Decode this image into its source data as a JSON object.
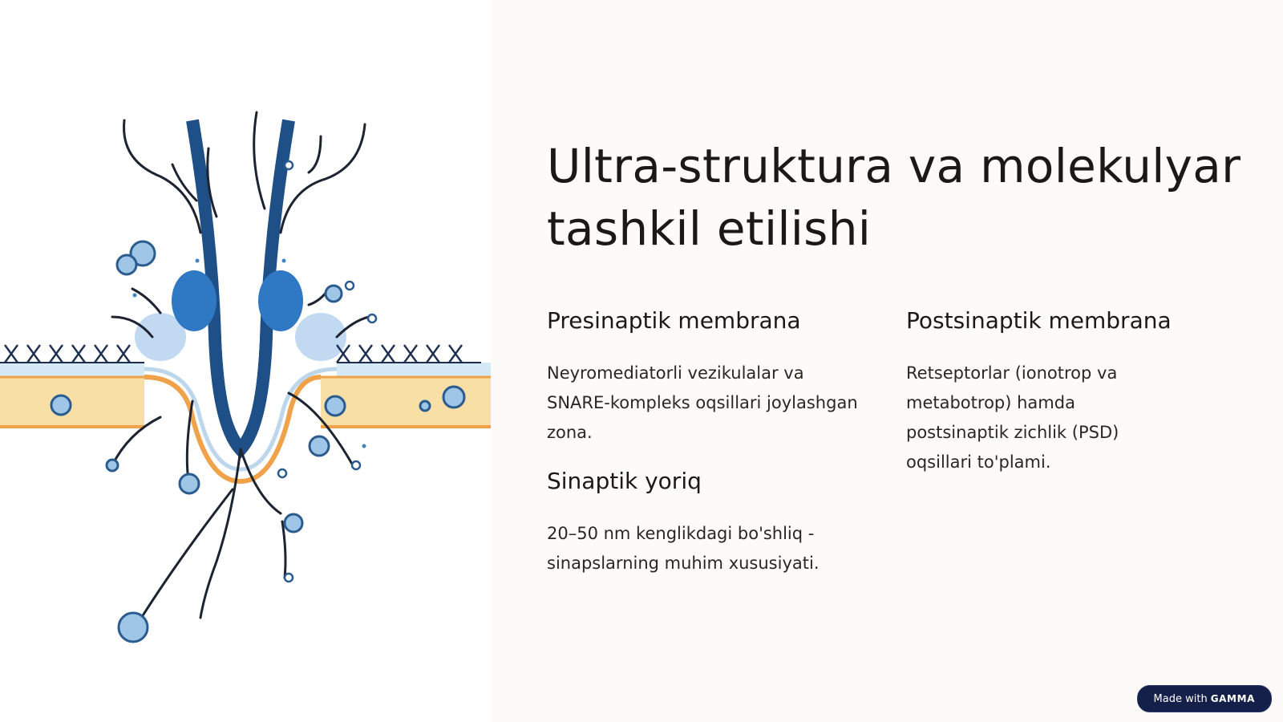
{
  "slide": {
    "title": "Ultra-struktura va molekulyar tashkil etilishi",
    "sections": [
      {
        "heading": "Presinaptik membrana",
        "text": "Neyromediatorli vezikulalar va SNARE-kompleks oqsillari joylashgan zona."
      },
      {
        "heading": "Postsinaptik membrana",
        "text": "Retseptorlar (ionotrop va metabotrop) hamda postsinaptik zichlik (PSD) oqsillari to'plami."
      },
      {
        "heading": "Sinaptik yoriq",
        "text": "20–50 nm kenglikdagi bo'shliq - sinapslarning muhim xususiyati."
      }
    ]
  },
  "badge": {
    "prefix": "Made with",
    "brand": "GAMMA"
  },
  "colors": {
    "accent_dark_blue": "#1e4f86",
    "accent_light_blue": "#9fc6e6",
    "membrane_orange": "#f0a24a",
    "membrane_yellow": "#f7dfa6",
    "badge_bg": "#15204a"
  }
}
